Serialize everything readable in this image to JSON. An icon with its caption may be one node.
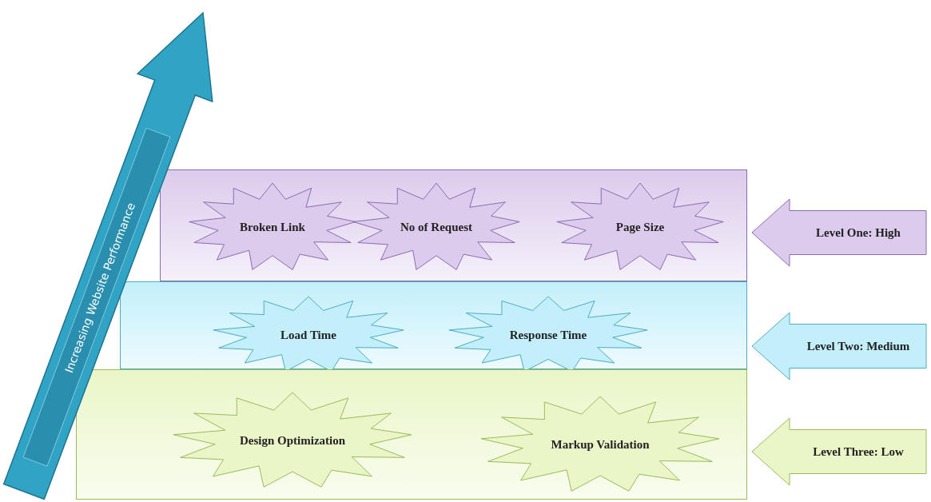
{
  "diagram": {
    "nodes": [
      {
        "text": [
          "Increasing Website Performance"
        ]
      },
      {
        "text": [],
        "shape": "box"
      },
      {
        "text": [
          "Broken Link"
        ],
        "in": 1
      },
      {
        "text": [
          "No of Request"
        ],
        "in": 1
      },
      {
        "text": [
          "Page Size"
        ],
        "in": 1
      },
      {
        "text": [],
        "shape": "box"
      },
      {
        "text": [
          "Load Time"
        ],
        "in": 5
      },
      {
        "text": [
          "Response Time"
        ],
        "in": 5
      },
      {
        "text": [],
        "shape": "box"
      },
      {
        "text": [
          "Design Optimization"
        ],
        "in": 8
      },
      {
        "text": [
          "Markup Validation"
        ],
        "in": 8
      },
      {
        "text": [
          "Level One: High"
        ]
      },
      {
        "text": [
          "Level Two: Medium"
        ]
      },
      {
        "text": [
          "Level Three: Low"
        ]
      }
    ],
    "edges": []
  }
}
